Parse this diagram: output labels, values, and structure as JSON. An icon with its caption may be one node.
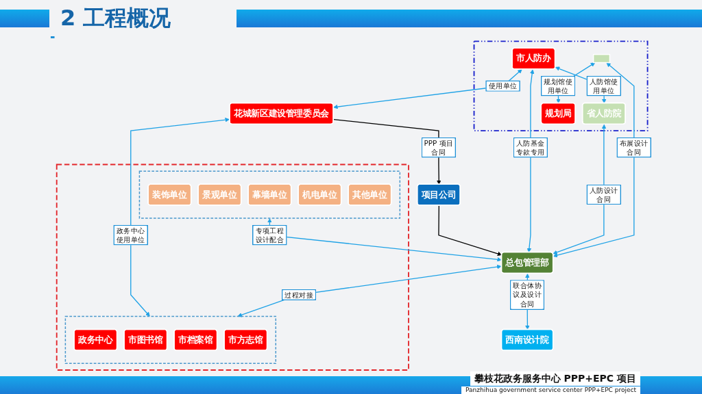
{
  "diagram": {
    "title": "2 工程概况",
    "nodes": [
      {
        "text": [],
        "shape": "box"
      },
      {
        "text": [
          "市人防办"
        ],
        "in": 0
      },
      {
        "text": [
          "省人防院"
        ],
        "in": 0
      },
      {
        "text": [],
        "shape": "box",
        "in": 0
      },
      {
        "text": [
          "规划局"
        ],
        "in": 0
      },
      {
        "text": [
          "花城新区建设管理委员会"
        ]
      },
      {
        "text": [
          "项目公司"
        ]
      },
      {
        "text": [
          "总包管理部"
        ]
      },
      {
        "text": [
          "西南设计院"
        ]
      },
      {
        "text": [],
        "shape": "box"
      },
      {
        "text": [],
        "shape": "box",
        "in": 9
      },
      {
        "text": [
          "政务中心"
        ],
        "in": 10
      },
      {
        "text": [
          "市图书馆"
        ],
        "in": 10
      },
      {
        "text": [
          "市档案馆"
        ],
        "in": 10
      },
      {
        "text": [
          "市方志馆"
        ],
        "in": 10
      },
      {
        "text": [],
        "shape": "box",
        "in": 9
      },
      {
        "text": [
          "装饰单位"
        ],
        "in": 15
      },
      {
        "text": [
          "景观单位"
        ],
        "in": 15
      },
      {
        "text": [
          "幕墙单位"
        ],
        "in": 15
      },
      {
        "text": [
          "机电单位"
        ],
        "in": 15
      },
      {
        "text": [
          "其他单位"
        ],
        "in": 15
      }
    ],
    "edges": [
      {
        "from": 1,
        "to": 5,
        "arrow": "both",
        "label": "使用单位"
      },
      {
        "from": 5,
        "to": 6,
        "arrow": "to",
        "label": "PPP 项目合同",
        "color": "#000000"
      },
      {
        "from": 6,
        "to": 7,
        "arrow": "to",
        "color": "#000000"
      },
      {
        "from": 1,
        "to": 7,
        "arrow": "both",
        "label": "人防基金专款专用"
      },
      {
        "from": 1,
        "to": 2,
        "arrow": "both",
        "label": "人防馆使用单位"
      },
      {
        "from": 2,
        "to": 7,
        "arrow": "both",
        "label": "人防设计合同"
      },
      {
        "from": 3,
        "to": 7,
        "arrow": "both",
        "label": "布展设计合同"
      },
      {
        "from": 3,
        "to": 4,
        "arrow": "both",
        "label": "规划馆使用单位"
      },
      {
        "from": 7,
        "to": 8,
        "arrow": "both",
        "label": "联合体协议及设计合同"
      },
      {
        "from": 5,
        "to": 10,
        "arrow": "both",
        "label": "政务中心使用单位"
      },
      {
        "from": 7,
        "to": 10,
        "arrow": "both",
        "label": "过程对接"
      },
      {
        "from": 15,
        "to": 7,
        "arrow": "both",
        "label": "专项工程设计配合"
      }
    ],
    "labels": [
      "攀枝花政务服务中心 PPP+EPC 项目",
      "Panzhihua government service center PPP+EPC project"
    ]
  }
}
